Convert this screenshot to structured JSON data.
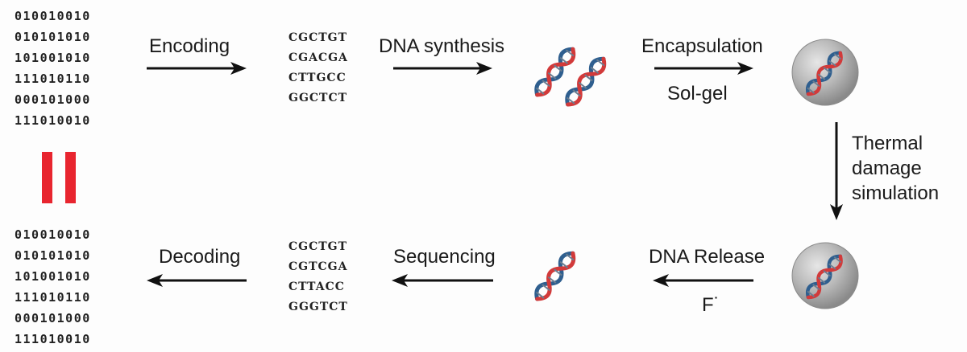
{
  "input_binary": [
    "010010010",
    "010101010",
    "101001010",
    "111010110",
    "000101000",
    "111010010"
  ],
  "output_binary": [
    "010010010",
    "010101010",
    "101001010",
    "111010110",
    "000101000",
    "111010010"
  ],
  "encoded_sequences": [
    "CGCTGT",
    "CGACGA",
    "CTTGCC",
    "GGCTCT"
  ],
  "sequenced_sequences": [
    "CGCTGT",
    "CGTCGA",
    "CTTACC",
    "GGGTCT"
  ],
  "steps": {
    "encoding": "Encoding",
    "dna_synthesis": "DNA synthesis",
    "encapsulation": "Encapsulation",
    "sol_gel": "Sol-gel",
    "thermal": [
      "Thermal",
      "damage",
      "simulation"
    ],
    "dna_release": "DNA Release",
    "fluoride": "F˙",
    "sequencing": "Sequencing",
    "decoding": "Decoding"
  },
  "colors": {
    "equals_sign": "#e8252f",
    "sphere": "#b5b5b5",
    "helix_blue": "#2f5f8f",
    "helix_red": "#d23a3a"
  },
  "icons": {
    "equals": "equals-sign",
    "dna": "dna-helix-icon",
    "capsule": "silica-sphere-icon"
  }
}
